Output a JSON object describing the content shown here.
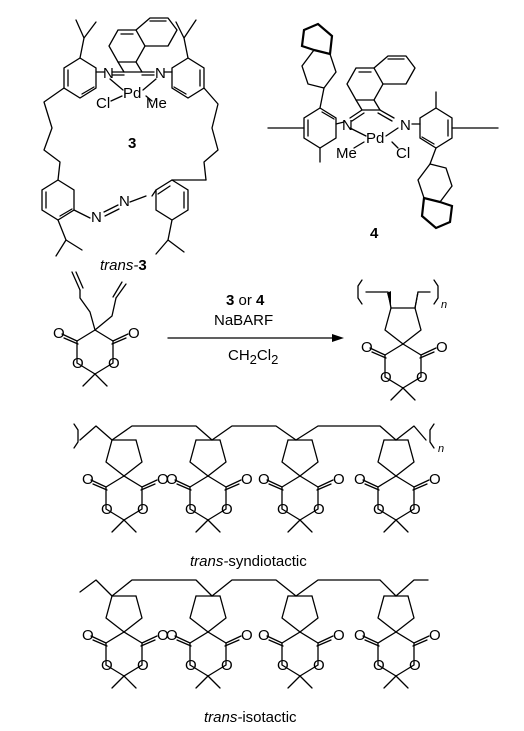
{
  "complex3": {
    "Pd": "Pd",
    "N": "N",
    "Cl": "Cl",
    "Me": "Me",
    "label": "3"
  },
  "complex4": {
    "Pd": "Pd",
    "N": "N",
    "Cl": "Cl",
    "Me": "Me",
    "label": "4"
  },
  "trans3": {
    "azo_N": "N",
    "prefix": "trans-",
    "number": "3"
  },
  "reaction": {
    "reagent_line1_a": "3",
    "reagent_line1_or": " or ",
    "reagent_line1_b": "4",
    "reagent_line2": "NaBARF",
    "solvent_main": "CH",
    "solvent_sub1": "2",
    "solvent_cl": "Cl",
    "solvent_sub2": "2",
    "O": "O",
    "n": "n"
  },
  "labels": {
    "syndio_prefix": "trans-",
    "syndio_suffix": "syndiotactic",
    "iso_prefix": "trans-",
    "iso_suffix": "isotactic"
  }
}
